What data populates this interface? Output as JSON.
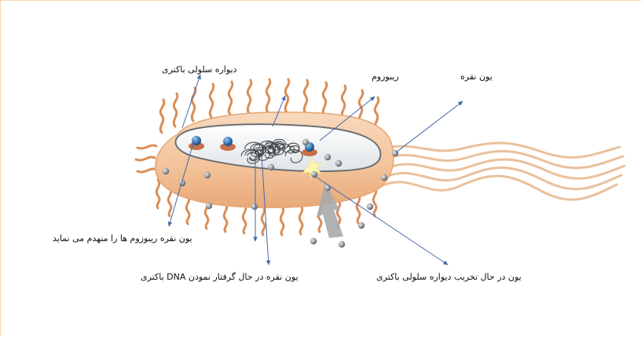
{
  "labels": {
    "cell_wall": "دیواره سلولی باکتری",
    "ribosome": "ریبوزوم",
    "silver_ion": "یون نقره",
    "ion_destroys_ribosomes": "یون نقره ریبوزوم ها را منهدم می نماید",
    "ion_capturing_dna": "یون نقره در حال گرفتار نمودن DNA باکتری",
    "ion_destroying_wall": "یون در حال تخریب دیواره سلولی باکتری"
  },
  "colors": {
    "border": "#f0d9a8",
    "body": "#f6c9a2",
    "body_edge": "#e7a574",
    "pili": "#d98e56",
    "flagella": "#e8b990",
    "cytoplasm": "#eef1f2",
    "ribosome": "#2f6fae",
    "ion": "#8a8f96",
    "arrow": "#4668a8",
    "attack_arrow": "#a9aaab",
    "spark": "#fff7b0"
  }
}
